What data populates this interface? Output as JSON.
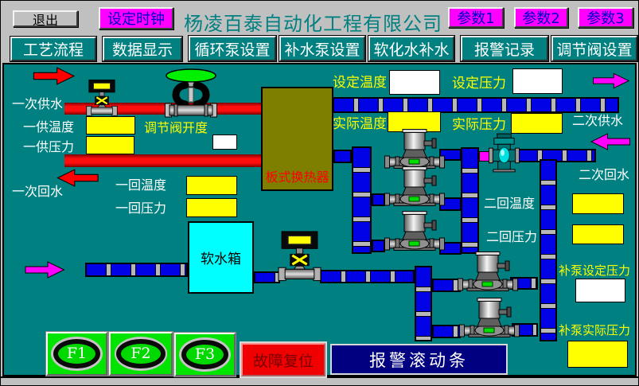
{
  "titlebar": {
    "exit_label": "退出",
    "set_clock_label": "设定时钟",
    "company_title": "杨凌百泰自动化工程有限公司",
    "param_buttons": [
      "参数1",
      "参数2",
      "参数3"
    ]
  },
  "nav": {
    "items": [
      "工艺流程",
      "数据显示",
      "循环泵设置",
      "补水泵设置",
      "软化水补水",
      "报警记录",
      "调节阀设置"
    ]
  },
  "diagram": {
    "primary_supply_label": "一次供水",
    "primary_supply_temp_label": "一供温度",
    "primary_supply_pressure_label": "一供压力",
    "valve_opening_label": "调节阀开度",
    "primary_return_label": "一次回水",
    "primary_return_temp_label": "一回温度",
    "primary_return_pressure_label": "一回压力",
    "heat_exchanger_label": "板式换热器",
    "set_temp_label": "设定温度",
    "set_pressure_label": "设定压力",
    "actual_temp_label": "实际温度",
    "actual_pressure_label": "实际压力",
    "secondary_supply_label": "二次供水",
    "secondary_return_label": "二次回水",
    "secondary_return_temp_label": "二回温度",
    "secondary_return_pressure_label": "二回压力",
    "soft_water_tank_label": "软水箱",
    "makeup_set_pressure_label": "补泵设定压力",
    "makeup_actual_pressure_label": "补泵实际压力"
  },
  "footer": {
    "f_buttons": [
      "F1",
      "F2",
      "F3"
    ],
    "fault_reset_label": "故障复位",
    "alarm_bar_label": "报警滚动条"
  },
  "icons": [
    "pump-icon",
    "control-valve-icon",
    "butterfly-valve-icon",
    "cross-valve-icon",
    "flow-arrow-icon"
  ],
  "colors": {
    "canvas_bg": "#008080",
    "chrome_bg": "#c0c0c0",
    "pipe_blue": "#0202e6",
    "pipe_red": "#ff0e0e",
    "accent_magenta": "#ff00ff",
    "readout_yellow": "#ffff00",
    "setpoint_white": "#ffffff",
    "tank_cyan": "#00ffff",
    "heat_exchanger_olive": "#7e7e00",
    "alarm_navy": "#000080",
    "button_green": "#00e400",
    "fault_red": "#f00000"
  }
}
